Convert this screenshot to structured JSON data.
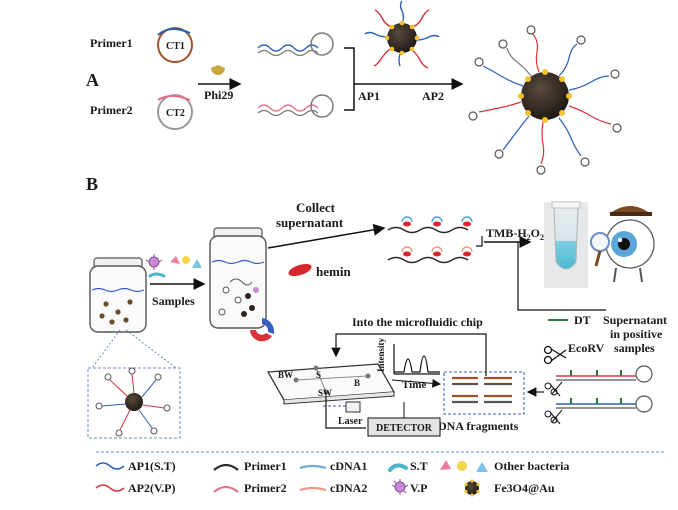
{
  "panel_a": {
    "label": "A",
    "primer1": "Primer1",
    "ct1": "CT1",
    "primer2": "Primer2",
    "ct2": "CT2",
    "phi29": "Phi29",
    "ap1": "AP1",
    "ap2": "AP2"
  },
  "panel_b": {
    "label": "B",
    "samples": "Samples",
    "collect": "Collect",
    "supernatant": "supernatant",
    "hemin": "hemin",
    "tmb": "TMB-H",
    "tmb_sub": "2",
    "tmb_o": "O",
    "into_chip": "Into the microfluidic chip",
    "intensity": "Intensity",
    "time": "Time",
    "dt": "DT",
    "ecorv": "EcoRV",
    "supernatant_pos_1": "Supernatant",
    "supernatant_pos_2": "in positive",
    "supernatant_pos_3": "samples",
    "dna_fragments": "DNA fragments",
    "laser": "Laser",
    "detector": "DETECTOR",
    "bw": "BW",
    "s": "S",
    "sw": "SW",
    "b": "B"
  },
  "legend": {
    "ap1": "AP1(S.T)",
    "ap2": "AP2(V.P)",
    "primer1": "Primer1",
    "primer2": "Primer2",
    "cdna1": "cDNA1",
    "cdna2": "cDNA2",
    "st": "S.T",
    "vp": "V.P",
    "other_bacteria": "Other bacteria",
    "fe3o4": "Fe3O4@Au"
  },
  "colors": {
    "ap1_blue": "#2b5fb5",
    "ap2_red": "#d8343a",
    "primer1": "#2a2a2a",
    "primer2": "#e2738a",
    "cdna1": "#6aaed6",
    "cdna2": "#f09a86",
    "tube_liquid": "#5fc3d6",
    "nanoparticle": "#2b241f",
    "gold": "#f2c230"
  }
}
